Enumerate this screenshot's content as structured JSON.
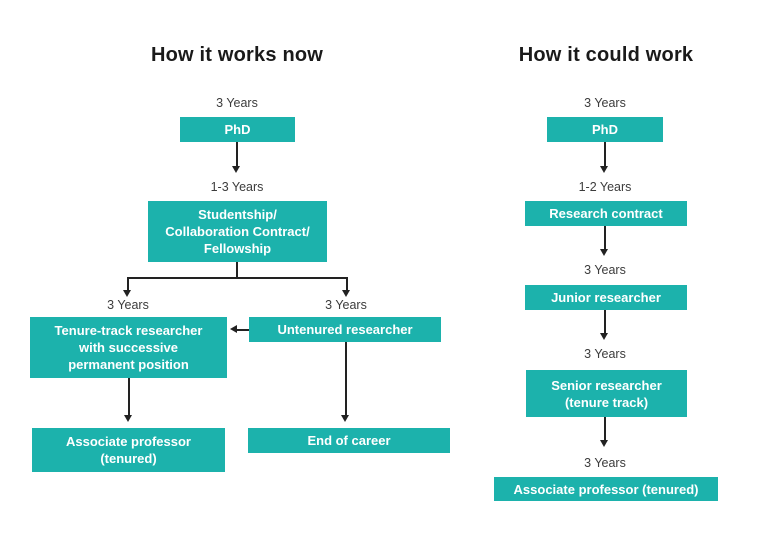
{
  "colors": {
    "accent": "#1CB2AC",
    "box-text": "#FFFFFF",
    "label-text": "#3C3C3C",
    "line": "#222222",
    "title-text": "#1A1A1A",
    "background": "#FFFFFF"
  },
  "left": {
    "title": "How it works now",
    "phd": {
      "duration": "3 Years",
      "label": "PhD"
    },
    "studentship": {
      "duration": "1-3 Years",
      "label": "Studentship/\nCollaboration Contract/\nFellowship"
    },
    "tenure_track": {
      "duration": "3 Years",
      "label": "Tenure-track researcher\nwith successive\npermanent position"
    },
    "untenured": {
      "duration": "3 Years",
      "label": "Untenured researcher"
    },
    "associate_professor": {
      "label": "Associate professor\n(tenured)"
    },
    "end_of_career": {
      "label": "End of career"
    }
  },
  "right": {
    "title": "How it could work",
    "phd": {
      "duration": "3 Years",
      "label": "PhD"
    },
    "research_contract": {
      "duration": "1-2 Years",
      "label": "Research contract"
    },
    "junior_researcher": {
      "duration": "3 Years",
      "label": "Junior researcher"
    },
    "senior_researcher": {
      "duration": "3 Years",
      "label": "Senior researcher\n(tenure track)"
    },
    "associate_professor": {
      "duration": "3 Years",
      "label": "Associate professor (tenured)"
    }
  }
}
